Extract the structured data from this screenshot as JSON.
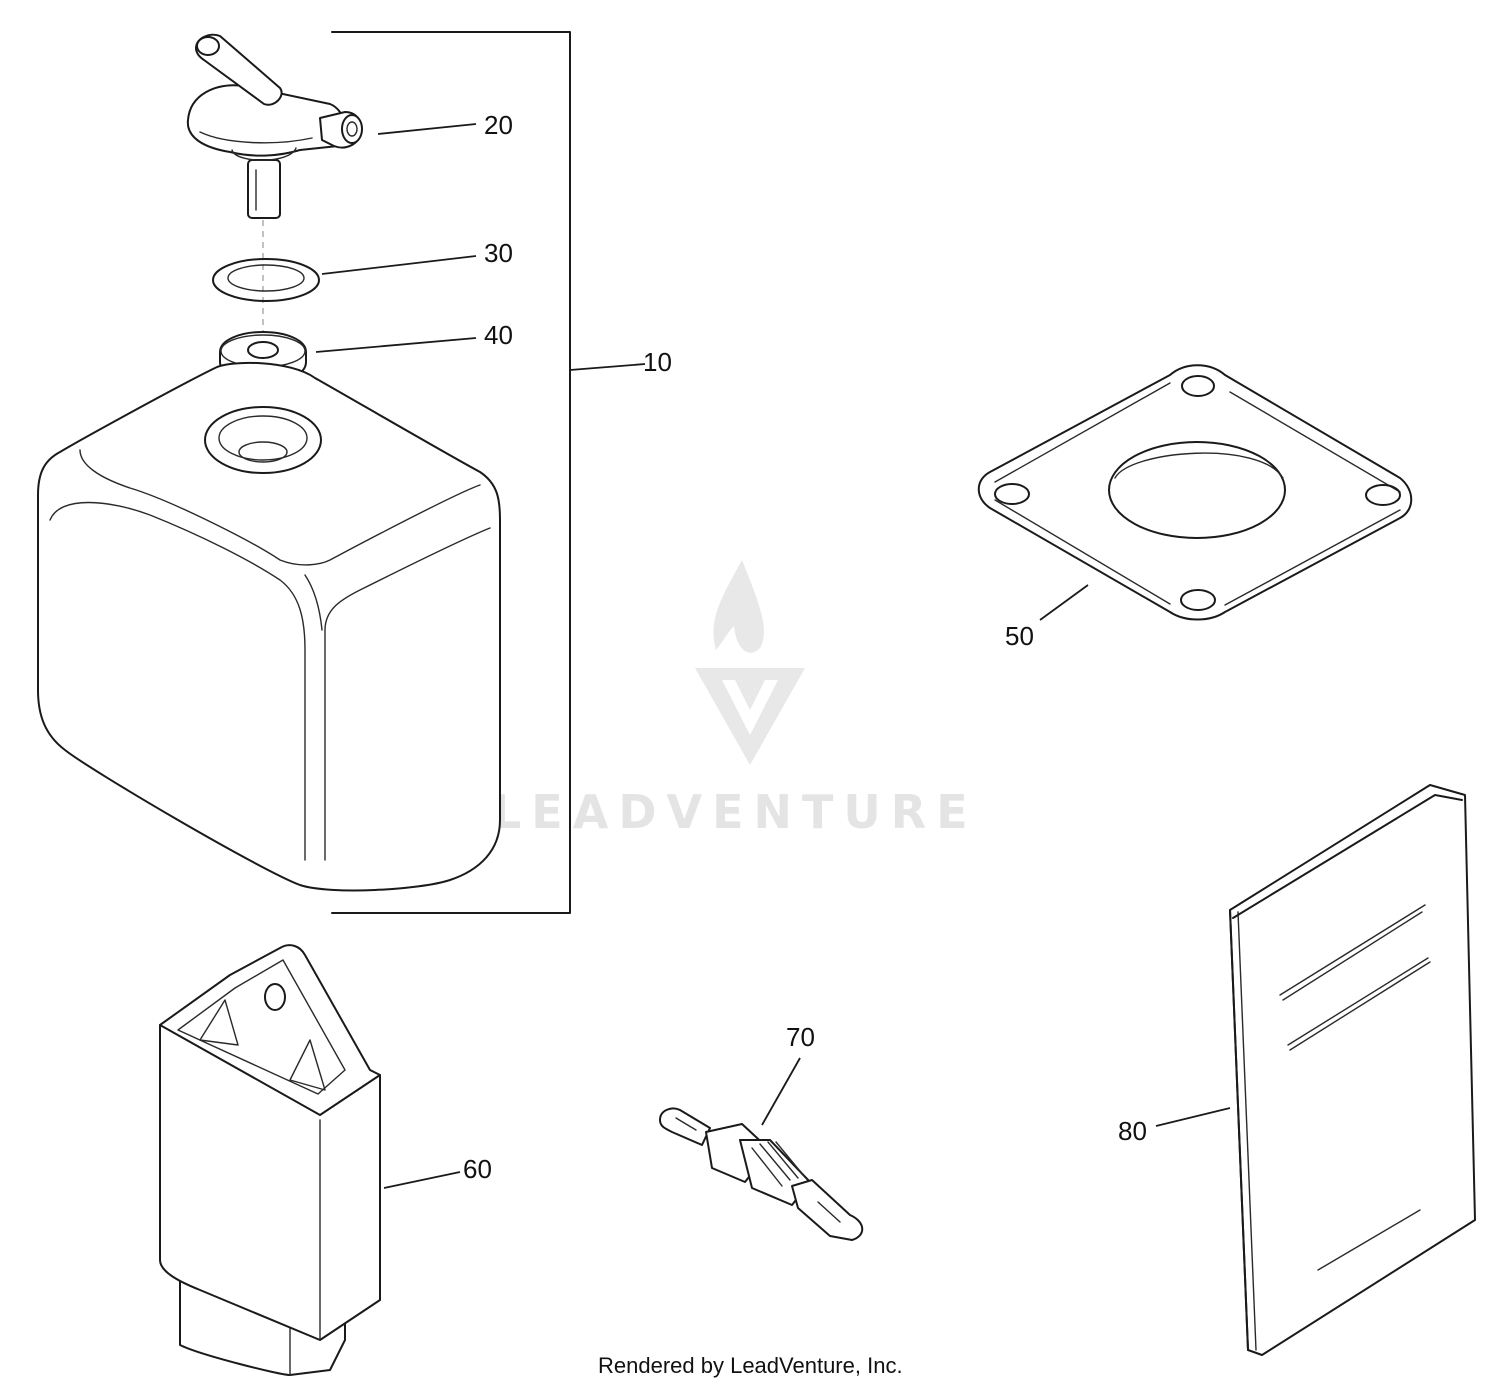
{
  "callouts": {
    "c10": "10",
    "c20": "20",
    "c30": "30",
    "c40": "40",
    "c50": "50",
    "c60": "60",
    "c70": "70",
    "c80": "80"
  },
  "watermark": {
    "text": "LEADVENTURE"
  },
  "footer": {
    "text": "Rendered by LeadVenture, Inc."
  },
  "colors": {
    "line": "#1a1a1a",
    "watermark": "#e4e4e4",
    "background": "#ffffff"
  }
}
